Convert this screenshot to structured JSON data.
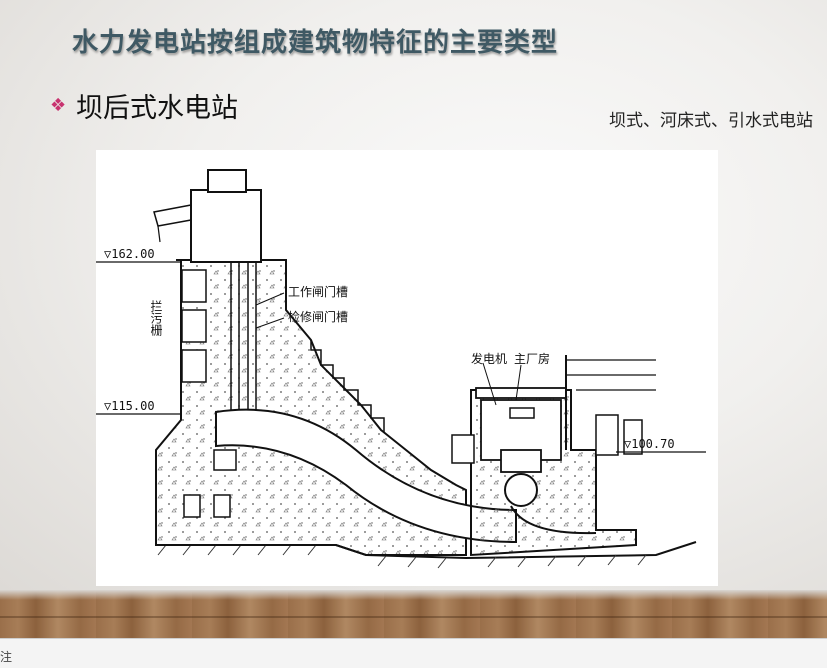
{
  "slide": {
    "title": "水力发电站按组成建筑物特征的主要类型",
    "bullet": "坝后式水电站",
    "side_note": "坝式、河床式、引水式电站"
  },
  "diagram": {
    "labels": {
      "work_gate_slot": "工作闸门槽",
      "repair_gate_slot": "检修闸门槽",
      "trash_rack": "拦污栅",
      "generator": "发电机",
      "powerhouse": "主厂房"
    },
    "elevations": {
      "crest": "▽162.00",
      "intake": "▽115.00",
      "tailwater": "▽100.70"
    }
  },
  "notes": {
    "label": "注"
  }
}
